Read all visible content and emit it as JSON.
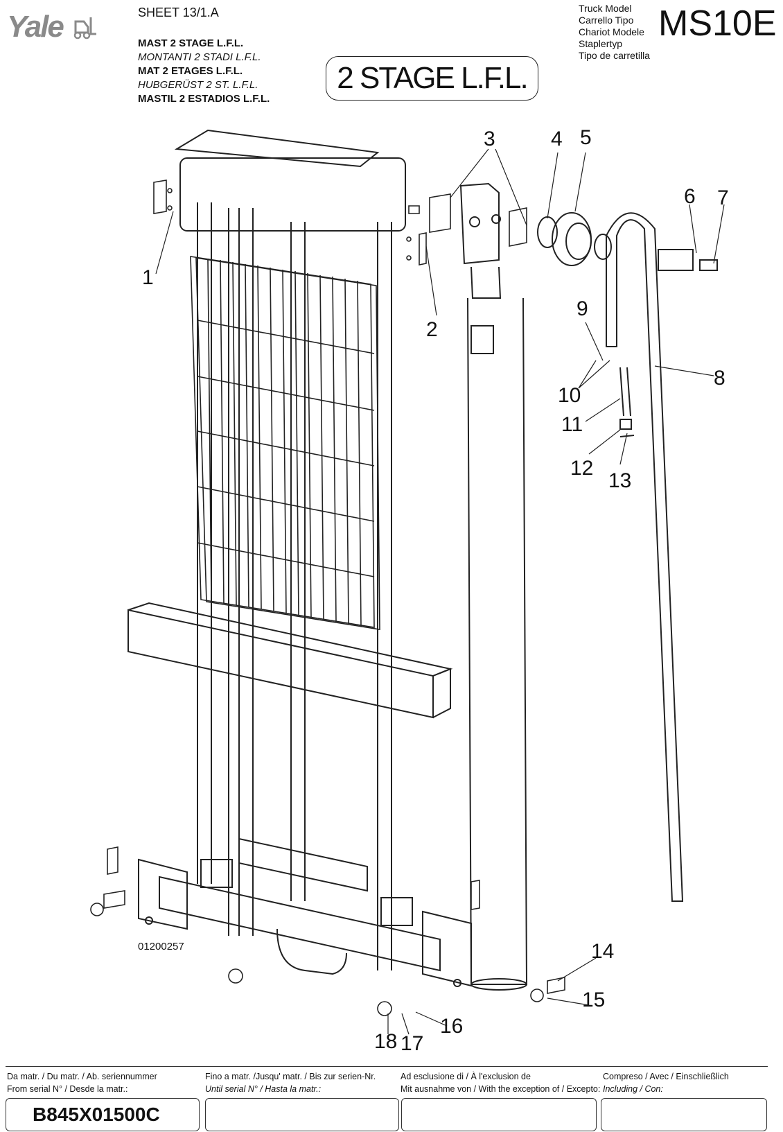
{
  "header": {
    "brand": "Yale",
    "sheet": "SHEET  13/1.A",
    "titles": [
      {
        "text": "MAST 2 STAGE L.F.L.",
        "style": "bold"
      },
      {
        "text": "MONTANTI 2 STADI L.F.L.",
        "style": "italic"
      },
      {
        "text": "MAT 2 ETAGES L.F.L.",
        "style": "bold"
      },
      {
        "text": "HUBGERÜST 2 ST. L.F.L.",
        "style": "italic"
      },
      {
        "text": "MASTIL 2 ESTADIOS L.F.L.",
        "style": "bold"
      }
    ],
    "stage_label": "2 STAGE L.F.L.",
    "truck_model_labels": [
      "Truck Model",
      "Carrello Tipo",
      "Chariot Modele",
      "Staplertyp",
      "Tipo de carretilla"
    ],
    "model_code": "MS10E"
  },
  "diagram": {
    "drawing_number": "01200257",
    "callouts": [
      "1",
      "2",
      "3",
      "4",
      "5",
      "6",
      "7",
      "8",
      "9",
      "10",
      "11",
      "12",
      "13",
      "14",
      "15",
      "16",
      "17",
      "18"
    ]
  },
  "footer": {
    "columns": [
      {
        "line1": "Da matr. / Du matr. / Ab. seriennummer",
        "line2": "From serial N° / Desde la matr.:",
        "value": "B845X01500C"
      },
      {
        "line1": "Fino a matr. /Jusqu' matr. / Bis zur serien-Nr.",
        "line2": "Until serial N° / Hasta la matr.:",
        "value": ""
      },
      {
        "line1": "Ad esclusione di / À l'exclusion de",
        "line2": "Mit ausnahme von / With the exception of / Excepto:",
        "value": ""
      },
      {
        "line1": "Compreso / Avec / Einschließlich",
        "line2": "Including / Con:",
        "value": ""
      }
    ]
  }
}
